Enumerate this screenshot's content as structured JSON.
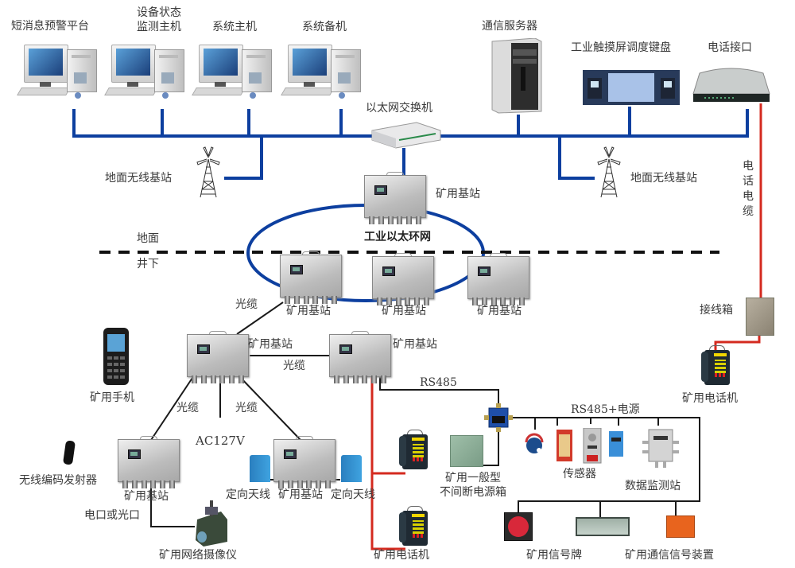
{
  "title": "矿用通信系统结构图",
  "colors": {
    "ethernet": "#0d3f9f",
    "phone_cable": "#d42a1f",
    "fiber": "#1a1a1a",
    "divider": "#111111"
  },
  "surface": {
    "zone_label_above": "地面",
    "zone_label_below": "井下",
    "computers": [
      {
        "label_lines": [
          "短消息预警平台"
        ]
      },
      {
        "label_lines": [
          "设备状态",
          "监测主机"
        ]
      },
      {
        "label_lines": [
          "系统主机"
        ]
      },
      {
        "label_lines": [
          "系统备机"
        ]
      }
    ],
    "ethernet_switch": "以太网交换机",
    "comm_server": "通信服务器",
    "dispatch_console": "工业触摸屏调度键盘",
    "phone_interface": "电话接口",
    "wireless_bs_left": "地面无线基站",
    "wireless_bs_right": "地面无线基站",
    "phone_cable_label": [
      "电",
      "话",
      "电",
      "缆"
    ]
  },
  "ring": {
    "label": "工业以太环网",
    "top_station": "矿用基站",
    "stations": [
      "矿用基站",
      "矿用基站",
      "矿用基站"
    ]
  },
  "underground": {
    "fiber_label_1": "光缆",
    "hub_station": "矿用基站",
    "right_station": "矿用基站",
    "fiber_label_2": "光缆",
    "fiber_label_3": "光缆",
    "fiber_label_4": "光缆",
    "power_label": "AC127V",
    "mine_handset": "矿用手机",
    "wireless_tx": "无线编码发射器",
    "left_station": "矿用基站",
    "port_label": "电口或光口",
    "camera": "矿用网络摄像仪",
    "antenna_left": "定向天线",
    "center_station": "矿用基站",
    "antenna_right": "定向天线",
    "rs485": "RS485",
    "rs485_power": "RS485+电源",
    "ups_box": [
      "矿用一般型",
      "不间断电源箱"
    ],
    "sensors": "传感器",
    "monitor_station": "数据监测站",
    "mine_phone_bottom": "矿用电话机",
    "junction_box": "接线箱",
    "mine_phone_right": "矿用电话机",
    "signal_board": "矿用信号牌",
    "signal_device": "矿用通信信号装置"
  }
}
